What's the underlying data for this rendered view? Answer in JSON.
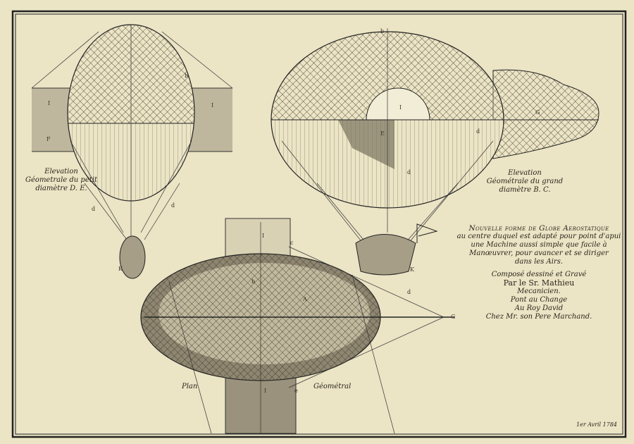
{
  "left_caption": [
    "Elevation",
    "Géometrale du petit",
    "diamètre D. E."
  ],
  "right_caption": [
    "Elevation",
    "Géométrale du grand",
    "diamètre B. C."
  ],
  "plan_caption": {
    "left": "Plan",
    "right": "Géométral"
  },
  "title_block": {
    "title": "Nouvelle forme de Globe Aerostatique",
    "lines": [
      "au centre duquel est adapté pour point d'apui",
      "une Machine aussi simple que facile à",
      "Manœuvrer, pour avancer et se diriger",
      "dans les Airs."
    ],
    "credit": "Composé dessiné et Gravé",
    "author": "Par le Sr. Mathieu",
    "author_lines": [
      "Mecanicien.",
      "Pont au Change",
      "Au Roy David",
      "Chez Mr. son Pere Marchand."
    ]
  },
  "date": "1er Avril 1784",
  "letters": {
    "l1": "I",
    "l2": "I",
    "l3": "F",
    "l4": "b",
    "l5": "d",
    "l6": "d",
    "l7": "K",
    "r1": "b",
    "r2": "I",
    "r3": "G",
    "r4": "E",
    "r5": "d",
    "r6": "K",
    "r7": "d",
    "p1": "I",
    "p2": "A",
    "p3": "b",
    "p4": "c",
    "p5": "d",
    "p6": "G",
    "p7": "I",
    "p8": "e"
  }
}
